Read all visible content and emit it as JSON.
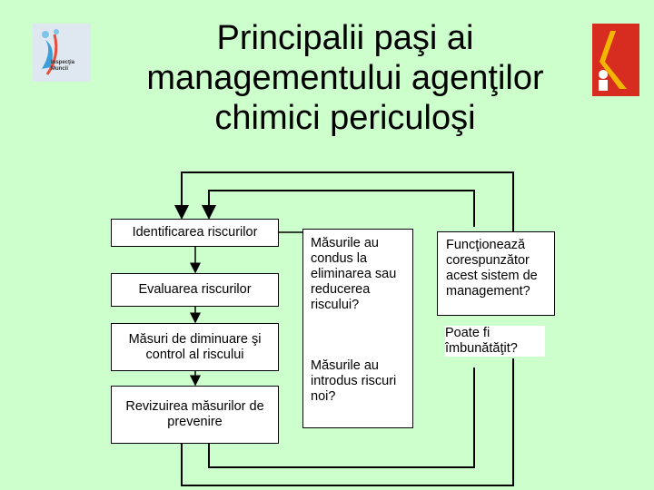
{
  "title": "Principalii paşi ai managementului agenţilor chimici periculoşi",
  "left_logo": {
    "icon": "organization-logo",
    "text": "Inspecţia Muncii"
  },
  "right_logo": {
    "icon": "brand-logo"
  },
  "steps": [
    "Identificarea riscurilor",
    "Evaluarea riscurilor",
    "Măsuri de diminuare şi control al riscului",
    "Revizuirea măsurilor de prevenire"
  ],
  "questions": {
    "q1": "Măsurile au condus la eliminarea sau reducerea riscului?",
    "q2": "Măsurile au introdus riscuri noi?",
    "q3": "Funcţionează corespunzător acest sistem de management?",
    "q4": "Poate fi îmbunătăţit?"
  },
  "colors": {
    "background": "#ccffcc",
    "box": "#ffffff",
    "line": "#000000"
  }
}
